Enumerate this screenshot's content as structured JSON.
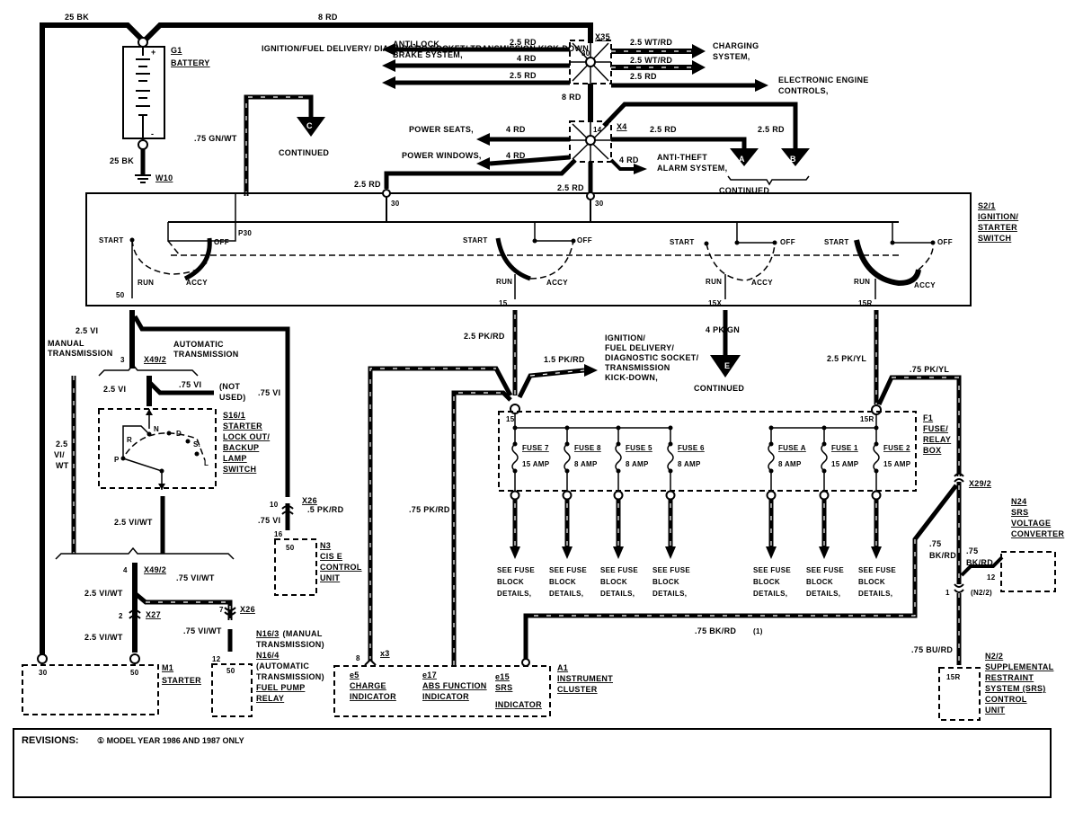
{
  "wire_labels": {
    "batt_to_starter": "25 BK",
    "main_feed": "8 RD",
    "battery_ground": "25 BK",
    "abs": "2.5 RD",
    "x35_mid_left": "4 RD",
    "ignition_top": "2.5 RD",
    "charging_1": "2.5 WT/RD",
    "charging_2": "2.5 WT/RD",
    "electronic": "2.5 RD",
    "x35_x4": "8 RD",
    "power_seats": "4 RD",
    "power_windows": "4 RD",
    "to_a": "2.5 RD",
    "to_b": "2.5 RD",
    "anti_theft": "4 RD",
    "switch_feed_left": "2.5 RD",
    "switch_feed_right": "2.5 RD",
    "gn_wt": ".75 GN/WT",
    "term50": "2.5 VI",
    "x49_auto": "2.5 VI",
    "not_used": ".75 VI",
    "to_n3": ".75 VI",
    "manual": "2.5 VI/ WT",
    "s16_out": "2.5 VI/WT",
    "x49_down": "2.5 VI/WT",
    "x27_down": "2.5 VI/WT",
    "to_n16": ".75 VI/WT",
    "n16_feed": ".75 VI/WT",
    "n3_feed": ".75 VI",
    "charge": ".5 PK/RD",
    "abs_ind": ".75 PK/RD",
    "term15": "2.5 PK/RD",
    "ign_fuel": "1.5 PK/RD",
    "term15x": "4 PK/GN",
    "term15r": "2.5 PK/YL",
    "pk_yl": ".75 PK/YL",
    "srs_ind": ".75 BK/RD",
    "bk_rd_1": ".75 BK/RD",
    "bk_rd_2": ".75 BK/RD",
    "bu_rd": ".75 BU/RD"
  },
  "destinations": {
    "ignition_top": "IGNITION/FUEL DELIVERY/ DIAGNOSTIC SOCKET/ TRANSMISSION KICK-DOWN",
    "abs": [
      "ANTI-LOCK",
      "BRAKE SYSTEM,"
    ],
    "charging": [
      "CHARGING",
      "SYSTEM,"
    ],
    "electronic": [
      "ELECTRONIC ENGINE",
      "CONTROLS,"
    ],
    "power_seats": "POWER SEATS,",
    "power_windows": "POWER WINDOWS,",
    "anti_theft": [
      "ANTI-THEFT",
      "ALARM SYSTEM,"
    ],
    "ign_fuel_mid": [
      "IGNITION/",
      "FUEL DELIVERY/",
      "DIAGNOSTIC SOCKET/",
      "TRANSMISSION",
      "KICK-DOWN,"
    ],
    "continued": "CONTINUED",
    "fuse_details": [
      "SEE FUSE",
      "BLOCK",
      "DETAILS,"
    ]
  },
  "connectors": {
    "A": "A",
    "B": "B",
    "C": "C",
    "E": "E",
    "x35": "X35",
    "x35_pin": "30",
    "x4": "X4",
    "x4_pin": "14",
    "x49": "X49/2",
    "x49_pin_top": "3",
    "x49_pin_bot": "4",
    "x26_a": "X26",
    "x26_a_pin": "10",
    "x26_b": "X26",
    "x26_b_pin": "7",
    "x27": "X27",
    "x27_pin": "2",
    "x3": "x3",
    "x3_pin": "8",
    "x29": "X29/2",
    "x29_pin": "1",
    "n24_pin": "12",
    "n24_pin_ref": "(N2/2)"
  },
  "components": {
    "battery": {
      "id": "G1",
      "name": "BATTERY"
    },
    "ground": {
      "id": "W10"
    },
    "switch": {
      "id": "S2/1",
      "name": [
        "IGNITION/",
        "STARTER",
        "SWITCH"
      ],
      "positions": {
        "start": "START",
        "off": "OFF",
        "run": "RUN",
        "accy": "ACCY"
      },
      "terminals": [
        "50",
        "15",
        "15X",
        "15R",
        "30",
        "30",
        "P30"
      ]
    },
    "lockout": {
      "id": "S16/1",
      "name": [
        "STARTER",
        "LOCK OUT/",
        "BACKUP",
        "LAMP",
        "SWITCH"
      ],
      "gears": [
        "P",
        "R",
        "N",
        "D",
        "S.",
        "L"
      ]
    },
    "n3": {
      "id": "N3",
      "name": [
        "CIS E",
        "CONTROL",
        "UNIT"
      ],
      "pin_in": "16",
      "pin_label": "50"
    },
    "starter": {
      "id": "M1",
      "name": "STARTER",
      "pins": [
        "30",
        "50"
      ]
    },
    "fuel_relay": {
      "id": "N16/3",
      "name": [
        "(MANUAL",
        "TRANSMISSION)"
      ],
      "id2": "N16/4",
      "name2": [
        "(AUTOMATIC",
        "TRANSMISSION)",
        "FUEL PUMP",
        "RELAY"
      ],
      "pin_in": "12",
      "pin_label": "50"
    },
    "cluster": {
      "id": "A1",
      "name": [
        "INSTRUMENT",
        "CLUSTER"
      ],
      "indicators": [
        {
          "id": "e5",
          "name": [
            "CHARGE",
            "INDICATOR"
          ]
        },
        {
          "id": "e17",
          "name": [
            "ABS FUNCTION",
            "INDICATOR"
          ]
        },
        {
          "id": "e15",
          "name": [
            "SRS",
            "INDICATOR"
          ]
        }
      ]
    },
    "fusebox": {
      "id": "F1",
      "name": [
        "FUSE/",
        "RELAY",
        "BOX"
      ],
      "bus_left": "15",
      "bus_right": "15R",
      "fuses": [
        {
          "name": "FUSE 7",
          "rating": "15 AMP"
        },
        {
          "name": "FUSE 8",
          "rating": "8 AMP"
        },
        {
          "name": "FUSE 5",
          "rating": "8 AMP"
        },
        {
          "name": "FUSE 6",
          "rating": "8 AMP"
        },
        {
          "name": "FUSE A",
          "rating": "8 AMP"
        },
        {
          "name": "FUSE 1",
          "rating": "15 AMP"
        },
        {
          "name": "FUSE 2",
          "rating": "15 AMP"
        }
      ]
    },
    "n24": {
      "id": "N24",
      "name": [
        "SRS",
        "VOLTAGE",
        "CONVERTER"
      ]
    },
    "n2": {
      "id": "N2/2",
      "name": [
        "SUPPLEMENTAL",
        "RESTRAINT",
        "SYSTEM (SRS)",
        "CONTROL",
        "UNIT"
      ],
      "pin": "15R"
    }
  },
  "transmission": {
    "manual": [
      "MANUAL",
      "TRANSMISSION"
    ],
    "auto": [
      "AUTOMATIC",
      "TRANSMISSION"
    ],
    "not_used": [
      "(NOT",
      "USED)"
    ]
  },
  "revision_note_marker": "(1)",
  "revisions": {
    "label": "REVISIONS:",
    "note": "① MODEL YEAR 1986 AND 1987 ONLY"
  }
}
